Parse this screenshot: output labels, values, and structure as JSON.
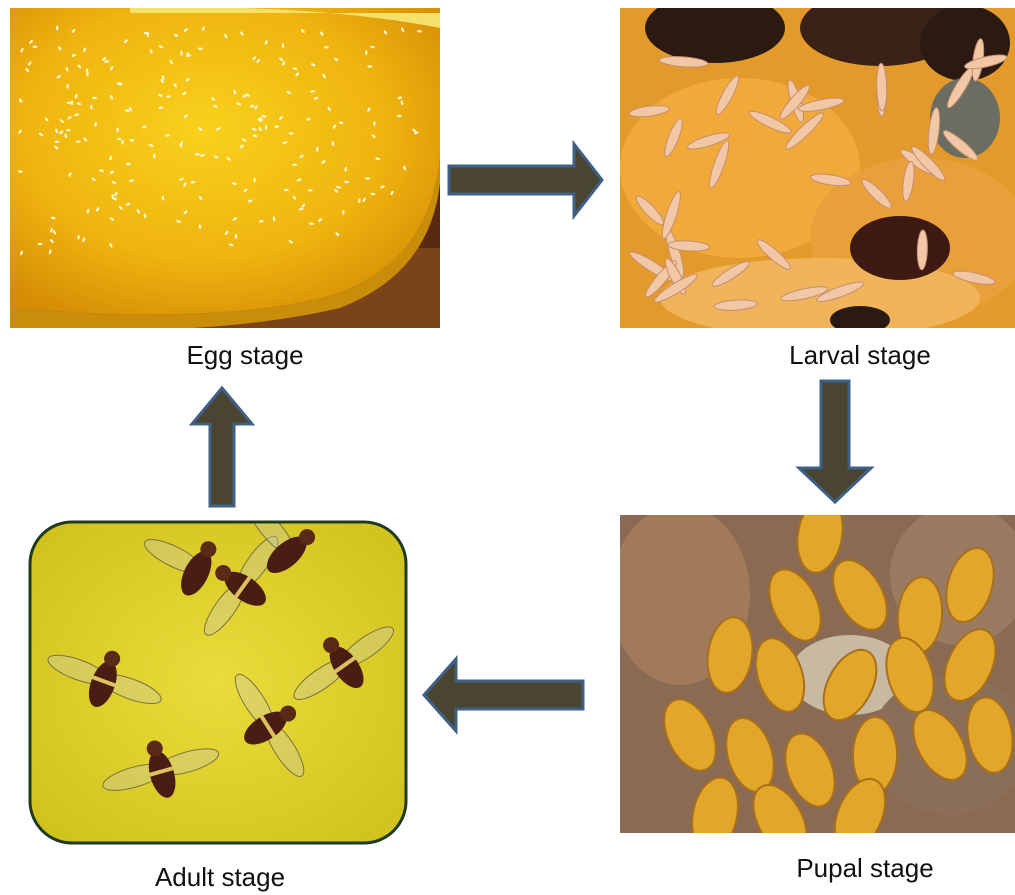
{
  "stages": {
    "egg": {
      "label": "Egg stage",
      "image": "mango-with-fruit-fly-eggs"
    },
    "larval": {
      "label": "Larval stage",
      "image": "fruit-fly-larvae-in-fruit-pulp"
    },
    "pupal": {
      "label": "Pupal stage",
      "image": "fruit-fly-pupae"
    },
    "adult": {
      "label": "Adult stage",
      "image": "adult-fruit-flies"
    }
  },
  "colors": {
    "arrow_fill": "#4a4530",
    "arrow_stroke": "#3e5f86",
    "adult_frame": "#1f3b1f",
    "adult_background": "#e6d62a"
  }
}
